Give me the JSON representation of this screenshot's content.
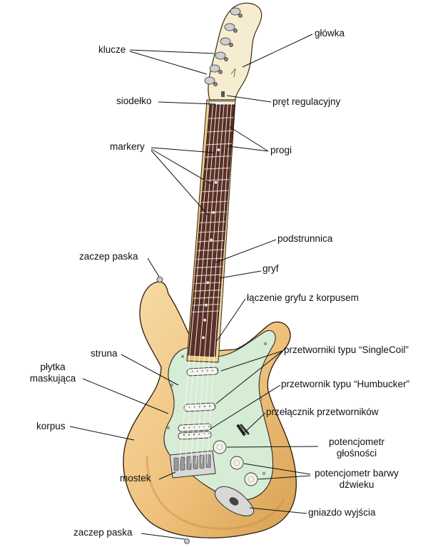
{
  "labels": {
    "klucze": "klucze",
    "glowka": "główka",
    "siodelko": "siodełko",
    "pret": "pręt regulacyjny",
    "markery": "markery",
    "progi": "progi",
    "podstrunnica": "podstrunnica",
    "zaczep_top": "zaczep paska",
    "gryf": "gryf",
    "laczenie": "łączenie gryfu z korpusem",
    "struna": "struna",
    "singlecoil": "przetworniki typu “SingleCoil”",
    "plytka_1": "płytka",
    "plytka_2": "maskująca",
    "humbucker": "przetwornik typu “Humbucker”",
    "korpus": "korpus",
    "przelacznik": "przełącznik przetworników",
    "potvol_1": "potencjometr",
    "potvol_2": "głośności",
    "mostek": "mostek",
    "pottone_1": "potencjometr barwy",
    "pottone_2": "dźwieku",
    "gniazdo": "gniazdo wyjścia",
    "zaczep_bottom": "zaczep paska"
  },
  "colors": {
    "body": "#f0c98a",
    "body_shade": "#d9a558",
    "pickguard": "#d4ecd2",
    "fretboard": "#5a2f25",
    "headstock": "#f6ecd0",
    "metal": "#c9c9c9",
    "line": "#111111"
  }
}
